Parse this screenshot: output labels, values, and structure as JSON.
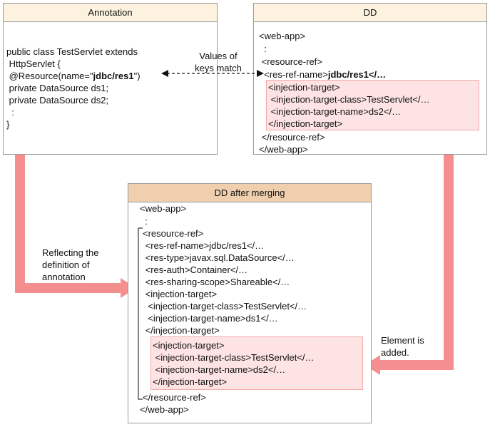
{
  "annotation_panel": {
    "title": "Annotation",
    "lines": [
      "public class TestServlet extends",
      " HttpServlet {",
      "",
      " private DataSource ds1;",
      " private DataSource ds2;",
      "  :",
      "}"
    ],
    "resource_prefix": " @Resource(name=\"",
    "resource_name": "jdbc/res1",
    "resource_suffix": "\")"
  },
  "dd_panel": {
    "title": "DD",
    "lines_before": [
      "<web-app>",
      "  :",
      " <resource-ref>"
    ],
    "ref_name_prefix": "  <res-ref-name>",
    "ref_name_value": "jdbc/res1</…",
    "injection_lines": [
      "<injection-target>",
      " <injection-target-class>TestServlet</…",
      " <injection-target-name>ds2</…",
      "</injection-target>"
    ],
    "lines_after": [
      " </resource-ref>",
      "</web-app>"
    ]
  },
  "merged_panel": {
    "title": "DD after merging",
    "lines": [
      "<web-app>",
      "  :",
      "<resource-ref>",
      " <res-ref-name>jdbc/res1</…",
      " <res-type>javax.sql.DataSource</…",
      " <res-auth>Container</…",
      " <res-sharing-scope>Shareable</…",
      " <injection-target>",
      "  <injection-target-class>TestServlet</…",
      "  <injection-target-name>ds1</…",
      " </injection-target>"
    ],
    "added_lines": [
      "<injection-target>",
      " <injection-target-class>TestServlet</…",
      " <injection-target-name>ds2</…",
      "</injection-target>"
    ],
    "closing_lines": [
      "</resource-ref>",
      "</web-app>"
    ]
  },
  "callouts": {
    "keys_match": [
      "Values of",
      "keys match"
    ],
    "reflecting": [
      "Reflecting the",
      "definition of",
      "annotation"
    ],
    "element_added": [
      "Element is",
      "added."
    ]
  },
  "colors": {
    "arrow": "#f58f8f",
    "highlight_fill": "#fde3e3",
    "highlight_border": "#f3a9a9",
    "top_header": "#fcf2df",
    "merge_header": "#efcfae",
    "border": "#9a9a9a"
  }
}
